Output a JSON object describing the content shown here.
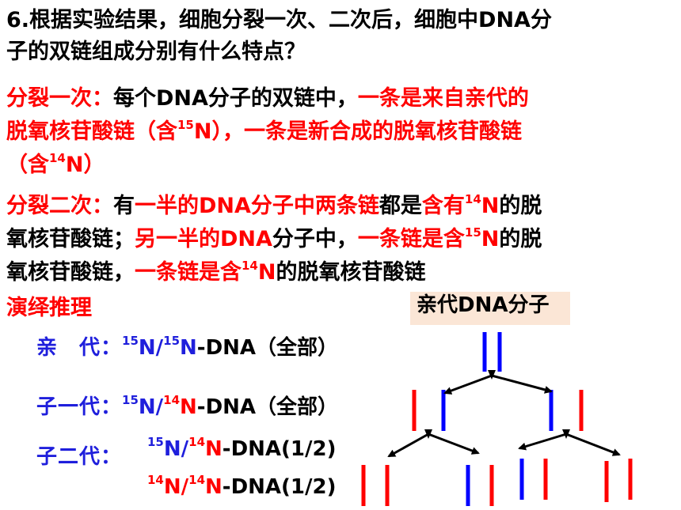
{
  "question": {
    "line1": "6.根据实验结果，细胞分裂一次、二次后，细胞中DNA分",
    "line2": "子的双链组成分别有什么特点？"
  },
  "division1": {
    "label": "分裂一次：",
    "text_a": "每个DNA分子的双链中，",
    "red_a": "一条是来自亲代的",
    "red_b1": "脱氧核苷酸链（含",
    "sup15": "15",
    "red_b2": "N），一条是新合成的脱氧核苷酸链",
    "red_c1": "（含",
    "sup14": "14",
    "red_c2": "N）"
  },
  "division2": {
    "label": "分裂二次：",
    "t1": "有",
    "r1": "一半的DNA分子中两条链",
    "t2": "都是",
    "r2": "含有",
    "sup14": "14",
    "r3": "N",
    "t3": "的脱",
    "t4": "氧核苷酸链；",
    "r4": "另一半的DNA",
    "t5": "分子中，",
    "r5": "一条链是含",
    "sup15": "15",
    "r6": "N",
    "t6": "的脱",
    "t7": "氧核苷酸链，",
    "r7": "一条链是含",
    "sup14b": "14",
    "r8": "N",
    "t8": "的脱氧核苷酸链"
  },
  "deduction": {
    "title": "演绎推理",
    "parent_label": "亲　代：",
    "parent_formula": [
      "15",
      "N/",
      "15",
      "N",
      "-DNA（全部）"
    ],
    "f1_label": "子一代：",
    "f1_formula": [
      "15",
      "N/",
      "14",
      "N",
      "-DNA（全部）"
    ],
    "f2_label": "子二代：",
    "f2_formula_a": [
      "15",
      "N/",
      "14",
      "N",
      "-DNA(1/2)"
    ],
    "f2_formula_b": [
      "14",
      "N/",
      "14",
      "N",
      "-DNA(1/2)"
    ]
  },
  "diagram": {
    "parent_box_label": "亲代DNA分子",
    "colors": {
      "n15_strand": "#0000ff",
      "n14_strand": "#ff0000",
      "arrow": "#000000"
    },
    "generations": [
      {
        "name": "parent",
        "strands": [
          "15N",
          "15N"
        ]
      },
      {
        "name": "F1",
        "molecules": [
          [
            "14N",
            "15N"
          ],
          [
            "15N",
            "14N"
          ]
        ]
      },
      {
        "name": "F2",
        "molecules": [
          [
            "14N",
            "14N"
          ],
          [
            "15N",
            "14N"
          ],
          [
            "15N",
            "14N"
          ],
          [
            "14N",
            "14N"
          ]
        ]
      }
    ]
  }
}
